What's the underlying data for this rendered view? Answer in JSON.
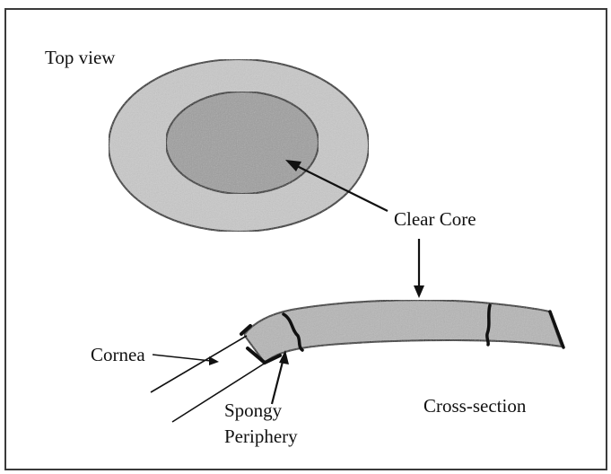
{
  "labels": {
    "top_view": "Top view",
    "clear_core": "Clear Core",
    "cornea": "Cornea",
    "spongy": "Spongy",
    "periphery": "Periphery",
    "cross_section": "Cross-section"
  },
  "colors": {
    "background": "#ffffff",
    "frame": "#3a3a3a",
    "outer_zone": "#c9c9c9",
    "inner_core": "#9e9e9e",
    "cross_section_fill": "#b6b6b6",
    "outline": "#1a1a1a",
    "text": "#111111"
  }
}
